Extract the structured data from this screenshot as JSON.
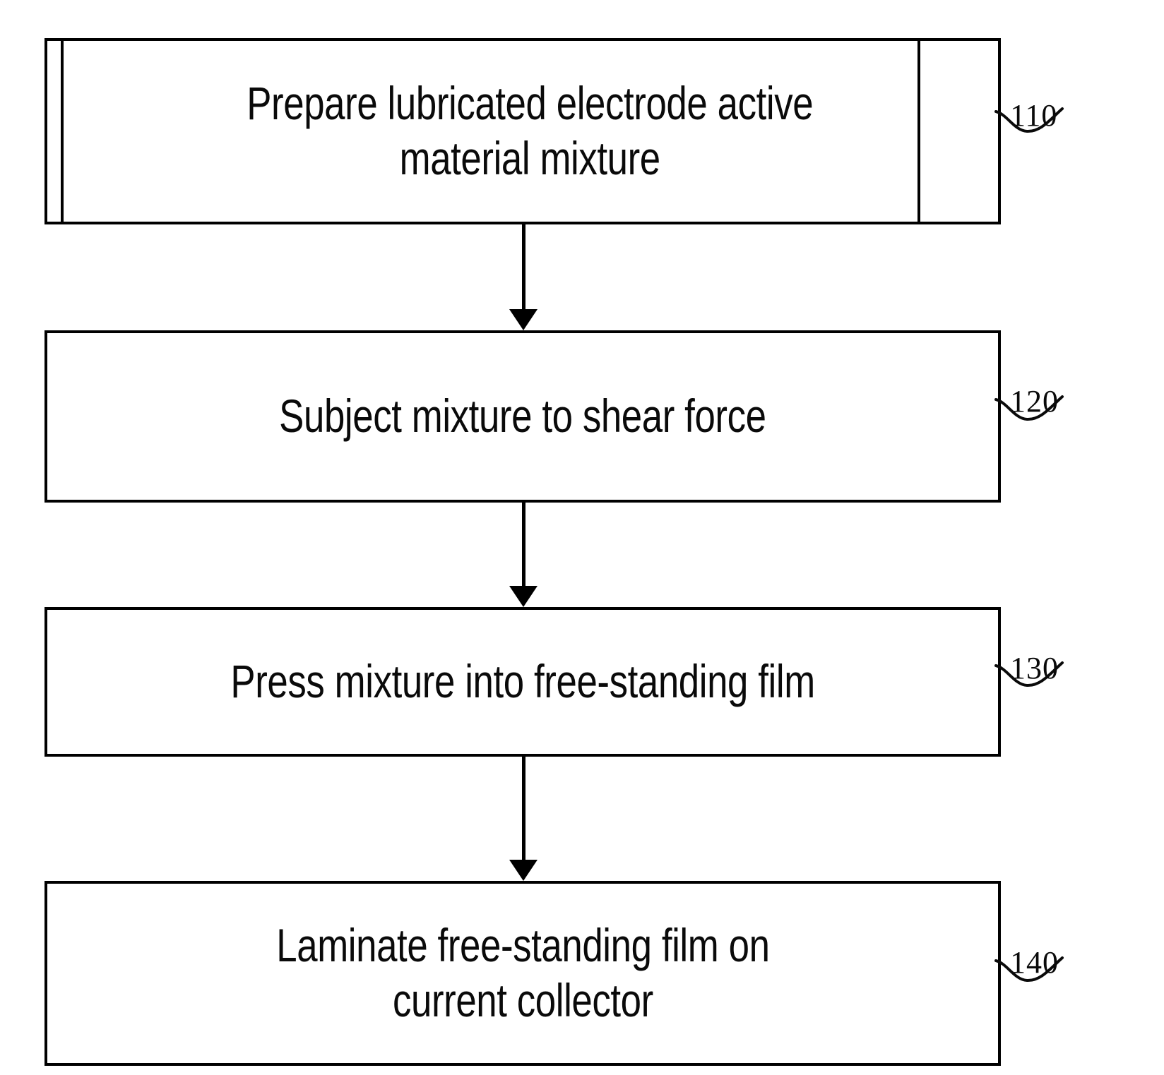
{
  "figure": {
    "type": "flowchart",
    "orientation": "vertical",
    "background_color": "#ffffff",
    "line_color": "#000000",
    "text_color": "#0a0a0a"
  },
  "steps": [
    {
      "id": "step-110",
      "text": "Prepare lubricated electrode active\nmaterial mixture",
      "reference_numeral": "110",
      "has_inner_panel": true
    },
    {
      "id": "step-120",
      "text": "Subject mixture to shear force",
      "reference_numeral": "120",
      "has_inner_panel": false
    },
    {
      "id": "step-130",
      "text": "Press mixture into free-standing film",
      "reference_numeral": "130",
      "has_inner_panel": false
    },
    {
      "id": "step-140",
      "text": "Laminate free-standing film on\ncurrent collector",
      "reference_numeral": "140",
      "has_inner_panel": false
    }
  ],
  "connectors": [
    {
      "id": "connector-110-120",
      "from": "step-110",
      "to": "step-120",
      "arrowhead": "filled-triangle"
    },
    {
      "id": "connector-120-130",
      "from": "step-120",
      "to": "step-130",
      "arrowhead": "filled-triangle"
    },
    {
      "id": "connector-130-140",
      "from": "step-130",
      "to": "step-140",
      "arrowhead": "filled-triangle"
    }
  ]
}
